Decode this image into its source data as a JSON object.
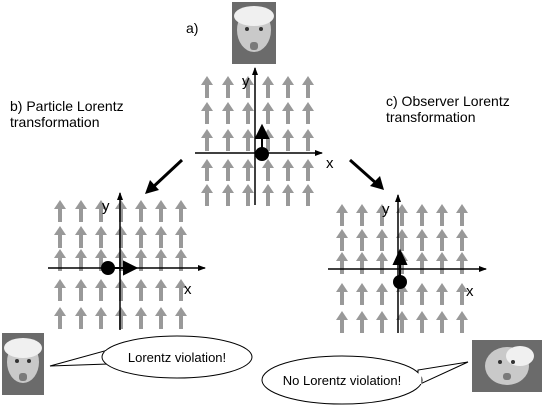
{
  "panels": {
    "a": {
      "label": "a)",
      "x_axis": "x",
      "y_axis": "y"
    },
    "b": {
      "label": "b) Particle Lorentz\ntransformation",
      "x_axis": "x",
      "y_axis": "y"
    },
    "c": {
      "label": "c) Observer Lorentz\ntransformation",
      "x_axis": "x",
      "y_axis": "y"
    }
  },
  "speech": {
    "left": "Lorentz violation!",
    "right": "No Lorentz violation!"
  },
  "colors": {
    "field_arrow": "#999999",
    "particle": "#000000",
    "axis": "#000000"
  }
}
